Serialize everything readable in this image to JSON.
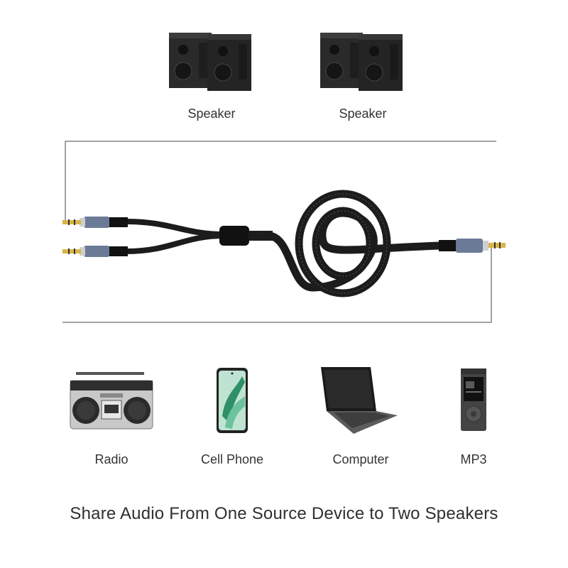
{
  "speakers": [
    {
      "label": "Speaker",
      "icon": "speaker-pair-icon"
    },
    {
      "label": "Speaker",
      "icon": "speaker-pair-icon"
    }
  ],
  "sources": [
    {
      "label": "Radio",
      "icon": "boombox-radio-icon"
    },
    {
      "label": "Cell Phone",
      "icon": "smartphone-icon"
    },
    {
      "label": "Computer",
      "icon": "laptop-icon"
    },
    {
      "label": "MP3",
      "icon": "mp3-player-icon"
    }
  ],
  "headline": "Share Audio From One Source Device to Two Speakers",
  "colors": {
    "cable": "#1c1c1c",
    "plug_sleeve": "#6b7a96",
    "gold_tip": "#d8b54a",
    "line": "#444444"
  }
}
